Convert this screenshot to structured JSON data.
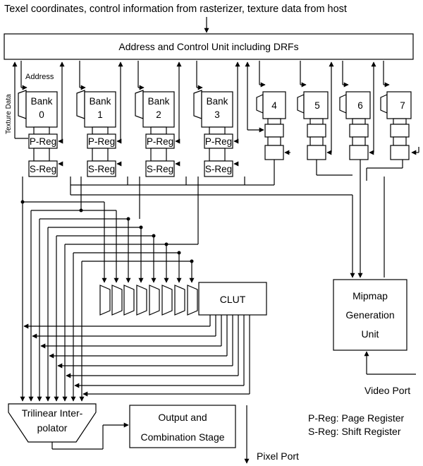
{
  "header_text": "Texel coordinates, control information from rasterizer, texture data from host",
  "address_unit": "Address and Control Unit including DRFs",
  "address_label": "Address",
  "texture_data_label": "Texture Data",
  "banks": [
    {
      "word": "Bank",
      "num": "0"
    },
    {
      "word": "Bank",
      "num": "1"
    },
    {
      "word": "Bank",
      "num": "2"
    },
    {
      "word": "Bank",
      "num": "3"
    }
  ],
  "small_banks": [
    "4",
    "5",
    "6",
    "7"
  ],
  "p_reg": "P-Reg",
  "s_reg": "S-Reg",
  "clut": "CLUT",
  "mipmap": {
    "line1": "Mipmap",
    "line2": "Generation",
    "line3": "Unit"
  },
  "video_port": "Video Port",
  "trilinear": {
    "line1": "Trilinear Inter-",
    "line2": "polator"
  },
  "output_stage": {
    "line1": "Output and",
    "line2": "Combination Stage"
  },
  "pixel_port": "Pixel Port",
  "legend": {
    "p_reg": "P-Reg: Page Register",
    "s_reg": "S-Reg: Shift Register"
  }
}
